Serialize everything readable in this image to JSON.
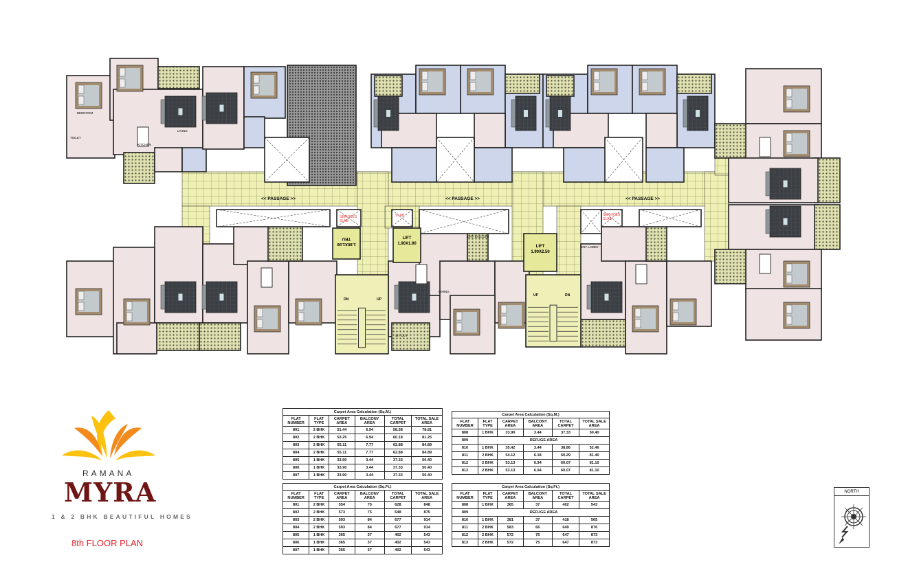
{
  "plan": {
    "passage_label": "<< PASSAGE >>",
    "lift1": {
      "title": "LIFT",
      "size": "1.90X1.90"
    },
    "lift2": {
      "title": "LIFT",
      "size": "1.90X2.50"
    },
    "tru": {
      "title": "TRU",
      "size": "1.80X1.80"
    },
    "services_slab": "SERVICES SLAB",
    "slab": "SLAB",
    "stair_up": "UP",
    "stair_dn": "DN",
    "room_labels": {
      "living": "LIVING",
      "kitchen": "KITCHEN",
      "bedroom": "BEDROOM",
      "toilet": "TOILET",
      "sit_out": "SIT OUT",
      "dry_balcony": "DRY BALCONY",
      "ent_lobby": "ENT. LOBBY",
      "dining": "DINING"
    }
  },
  "tables": {
    "headers": [
      "FLAT NUMBER",
      "FLAT TYPE",
      "CARPET AREA",
      "BALCONY AREA",
      "TOTAL CARPET",
      "TOTAL SALE AREA"
    ],
    "sqm_title": "Carpet Area Calculation (Sq.M.)",
    "sqft_title": "Carpet Area Calculation (Sq.Ft.)",
    "refuge": "REFUGE AREA",
    "left_sqm": [
      [
        "801",
        "2 BHK",
        "51.44",
        "6.94",
        "58.38",
        "78.81"
      ],
      [
        "802",
        "2 BHK",
        "53.25",
        "6.94",
        "60.18",
        "81.25"
      ],
      [
        "803",
        "2 BHK",
        "55.11",
        "7.77",
        "62.88",
        "84.89"
      ],
      [
        "804",
        "2 BHK",
        "55.11",
        "7.77",
        "62.88",
        "84.89"
      ],
      [
        "805",
        "1 BHK",
        "33.90",
        "3.44",
        "37.33",
        "50.40"
      ],
      [
        "806",
        "1 BHK",
        "33.90",
        "3.44",
        "37.33",
        "50.40"
      ],
      [
        "807",
        "1 BHK",
        "33.90",
        "3.44",
        "37.33",
        "50.40"
      ]
    ],
    "left_sqft": [
      [
        "801",
        "2 BHK",
        "554",
        "75",
        "628",
        "848"
      ],
      [
        "802",
        "2 BHK",
        "573",
        "75",
        "648",
        "875"
      ],
      [
        "803",
        "2 BHK",
        "593",
        "84",
        "677",
        "914"
      ],
      [
        "804",
        "2 BHK",
        "593",
        "84",
        "677",
        "914"
      ],
      [
        "805",
        "1 BHK",
        "365",
        "37",
        "402",
        "543"
      ],
      [
        "806",
        "1 BHK",
        "365",
        "37",
        "402",
        "543"
      ],
      [
        "807",
        "1 BHK",
        "365",
        "37",
        "402",
        "543"
      ]
    ],
    "right_sqm": [
      [
        "808",
        "1 BHK",
        "33.90",
        "3.44",
        "37.33",
        "50.40"
      ],
      [
        "809"
      ],
      [
        "810",
        "1 BHK",
        "35.42",
        "3.44",
        "38.86",
        "52.46"
      ],
      [
        "811",
        "2 BHK",
        "54.12",
        "6.18",
        "60.29",
        "81.40"
      ],
      [
        "812",
        "2 BHK",
        "53.13",
        "6.94",
        "60.07",
        "81.10"
      ],
      [
        "813",
        "2 BHK",
        "53.13",
        "6.94",
        "60.07",
        "81.10"
      ]
    ],
    "right_sqft": [
      [
        "808",
        "1 BHK",
        "365",
        "37",
        "402",
        "543"
      ],
      [
        "809"
      ],
      [
        "810",
        "1 BHK",
        "381",
        "37",
        "418",
        "565"
      ],
      [
        "811",
        "2 BHK",
        "583",
        "66",
        "649",
        "876"
      ],
      [
        "812",
        "2 BHK",
        "572",
        "75",
        "647",
        "873"
      ],
      [
        "813",
        "2 BHK",
        "572",
        "75",
        "647",
        "873"
      ]
    ]
  },
  "branding": {
    "ramana": "RAMANA",
    "myra": "MYRA",
    "tagline": "1 & 2 BHK BEAUTIFUL HOMES",
    "floor_plan": "8th FLOOR PLAN",
    "colors": {
      "petal_orange": "#f28a1e",
      "petal_yellow": "#fcc20f",
      "myra": "#6e1616",
      "floor_plan": "#e0202a"
    }
  },
  "north": {
    "label": "NORTH"
  }
}
